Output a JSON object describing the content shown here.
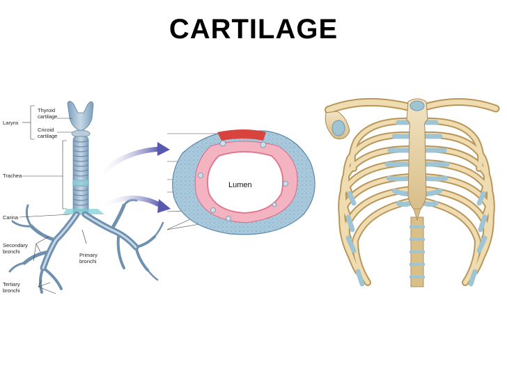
{
  "slide": {
    "title": "CARTILAGE"
  },
  "airway_figure": {
    "labels": {
      "larynx": "Larynx",
      "thyroid_cartilage": "Thyroid\ncartilage",
      "cricoid_cartilage": "Cricoid\ncartilage",
      "trachea": "Trachea",
      "carina": "Carina",
      "secondary_bronchi": "Secondary\nbronchi",
      "primary_bronchi": "Primary\nbronchi",
      "tertiary_bronchi": "Tertiary\nbronchi"
    }
  },
  "trachea_cross_section": {
    "labels": {
      "lumen": "Lumen"
    }
  },
  "colors": {
    "cartilage_blue": "#9fc4d4",
    "airway_blue": "#a9c2d6",
    "mucosa_pink": "#e88aa0",
    "bone_tan": "#e3cfa2",
    "arrow_purple": "#6a6ab8"
  }
}
